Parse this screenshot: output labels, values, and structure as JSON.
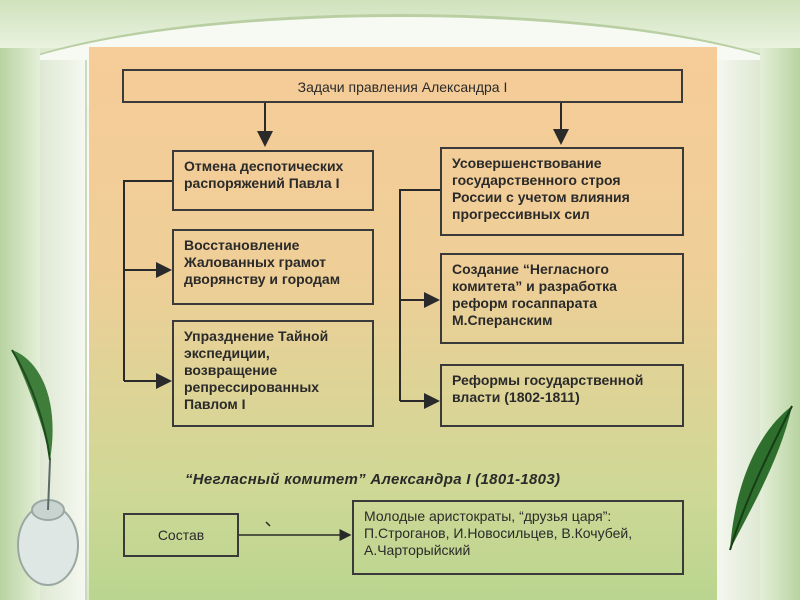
{
  "diagram": {
    "title": "Задачи правления Александра I",
    "left_branch": [
      "Отмена деспотических распоряжений Павла I",
      "Восстановление Жалованных грамот дворянству и городам",
      "Упразднение Тайной экспедиции, возвращение репрессированных Павлом I"
    ],
    "right_branch": [
      "Усовершенствование государственного строя России с учетом влияния прогрессивных сил",
      "Создание “Негласного комитета” и разработка реформ госаппарата М.Сперанским",
      "Реформы государственной власти (1802-1811)"
    ],
    "caption": "“Негласный комитет” Александра I (1801-1803)",
    "composition": {
      "label": "Состав",
      "members": "Молодые аристократы, “друзья царя”: П.Строганов, И.Новосильцев, В.Кочубей, А.Чарторыйский"
    }
  },
  "colors": {
    "panel_top": "#f6cc98",
    "panel_bottom": "#b9d58f",
    "frame_green": "#c9dcb4",
    "border": "#3a3a3a"
  }
}
